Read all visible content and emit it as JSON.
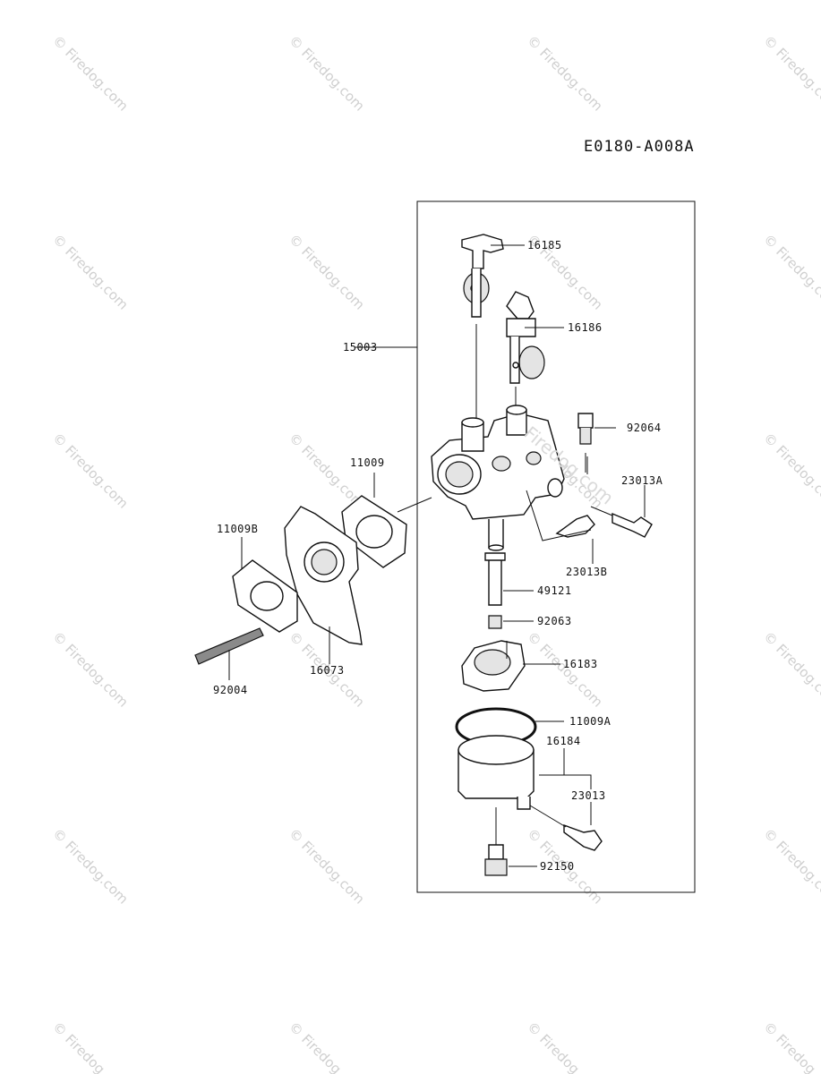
{
  "diagram_code": "E0180-A008A",
  "watermark_text": "Firedog.com",
  "center_watermark_text": "Firedog.com",
  "part_labels": {
    "p16185": "16185",
    "p16186": "16186",
    "p15003": "15003",
    "p92064": "92064",
    "p11009": "11009",
    "p23013A": "23013A",
    "p11009B": "11009B",
    "p23013B": "23013B",
    "p49121": "49121",
    "p92063": "92063",
    "p16183": "16183",
    "p92004": "92004",
    "p16073": "16073",
    "p11009A": "11009A",
    "p16184": "16184",
    "p23013": "23013",
    "p92150": "92150"
  }
}
